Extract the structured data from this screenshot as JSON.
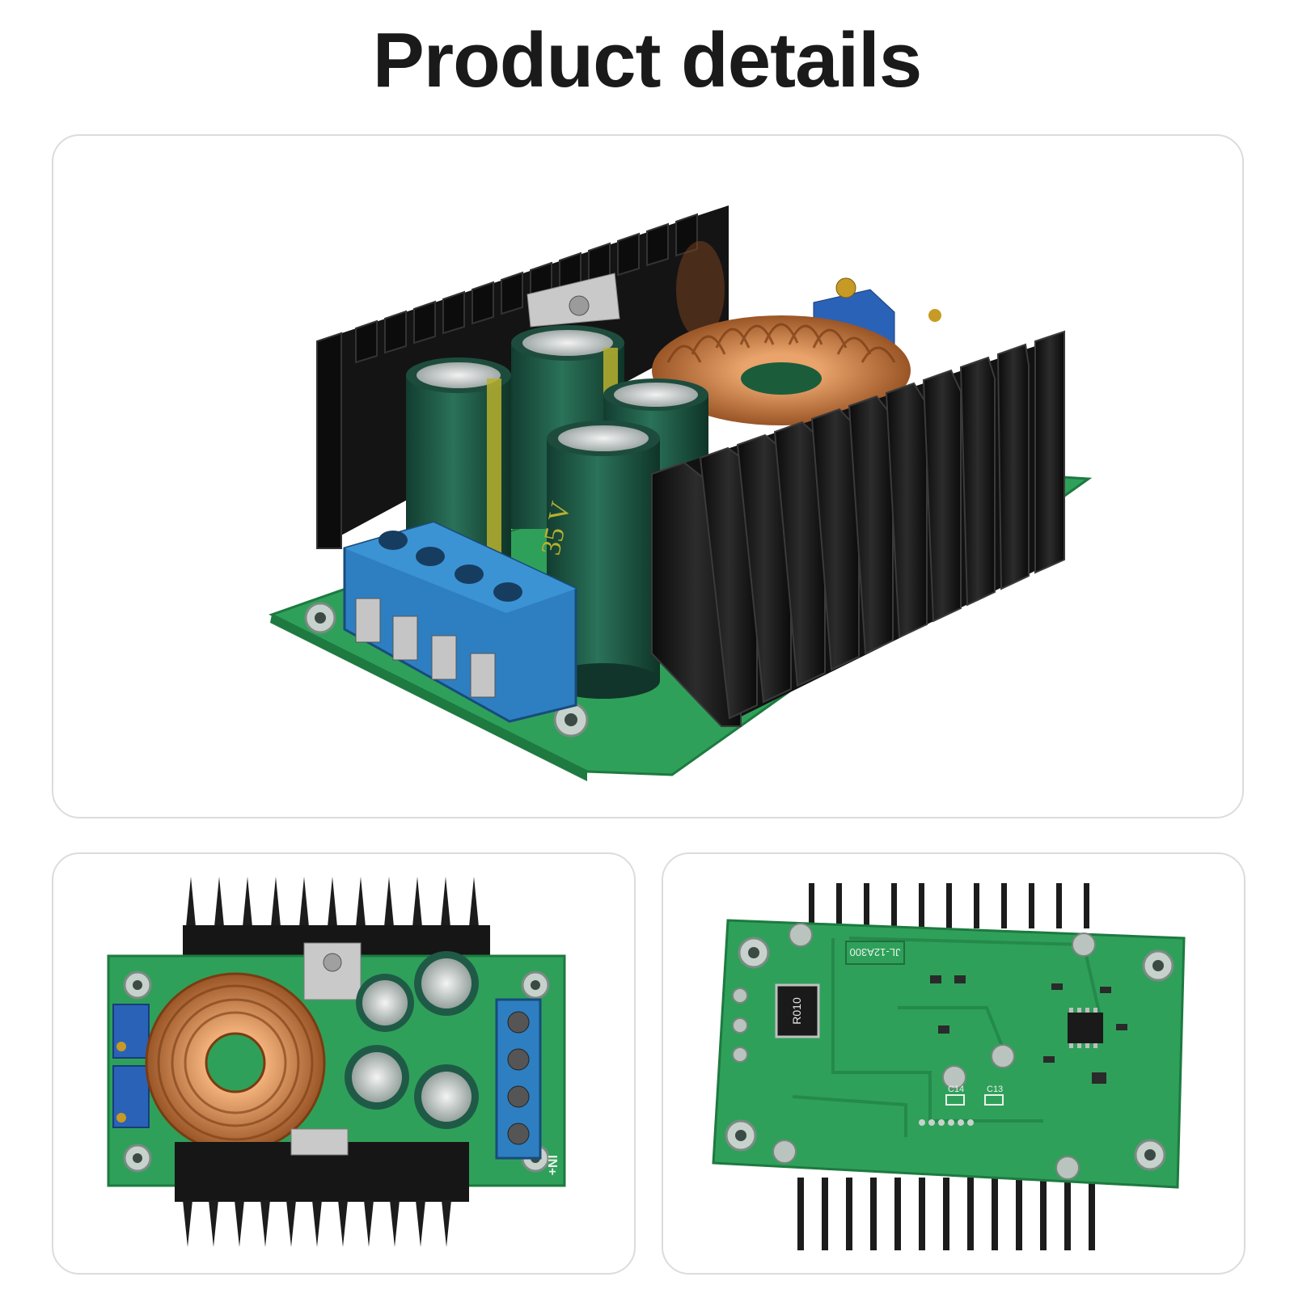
{
  "page": {
    "title": "Product details"
  },
  "labels": {
    "capacitor_rating": "35 V",
    "input_marking": "IN+",
    "resistor_marking": "R010",
    "board_code": "JL-12A300",
    "pad_c14": "C14",
    "pad_c13": "C13"
  },
  "colors": {
    "pcb_green": "#2fa05a",
    "heatsink_black": "#1c1c1c",
    "terminal_blue": "#2e7fc1",
    "capacitor_green": "#1f5a47",
    "copper": "#c97a3e",
    "panel_border": "#dcdcdc"
  }
}
